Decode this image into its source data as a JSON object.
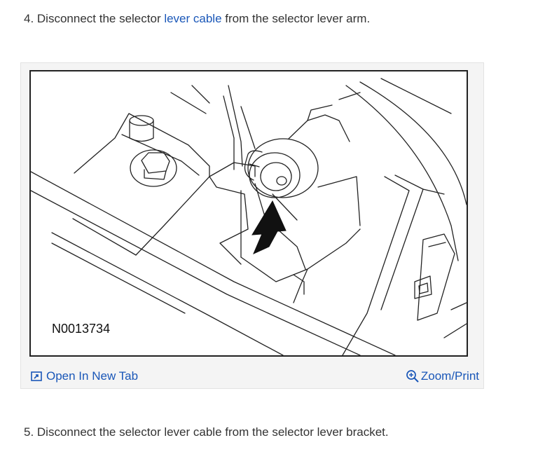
{
  "steps": {
    "step4": {
      "before": "4. Disconnect the selector ",
      "link": "lever cable",
      "after": " from the selector lever arm."
    },
    "step5": {
      "text": "5. Disconnect the selector lever cable from the selector lever bracket."
    }
  },
  "figure": {
    "code": "N0013734"
  },
  "actions": {
    "open_new_tab": "Open In New Tab",
    "zoom_print": "Zoom/Print"
  },
  "icons": {
    "open_tab_icon": "open-new-tab-icon",
    "zoom_icon": "magnifier-plus-icon"
  },
  "colors": {
    "link": "#1a57b8",
    "text": "#333333",
    "card_bg": "#f4f4f4"
  }
}
